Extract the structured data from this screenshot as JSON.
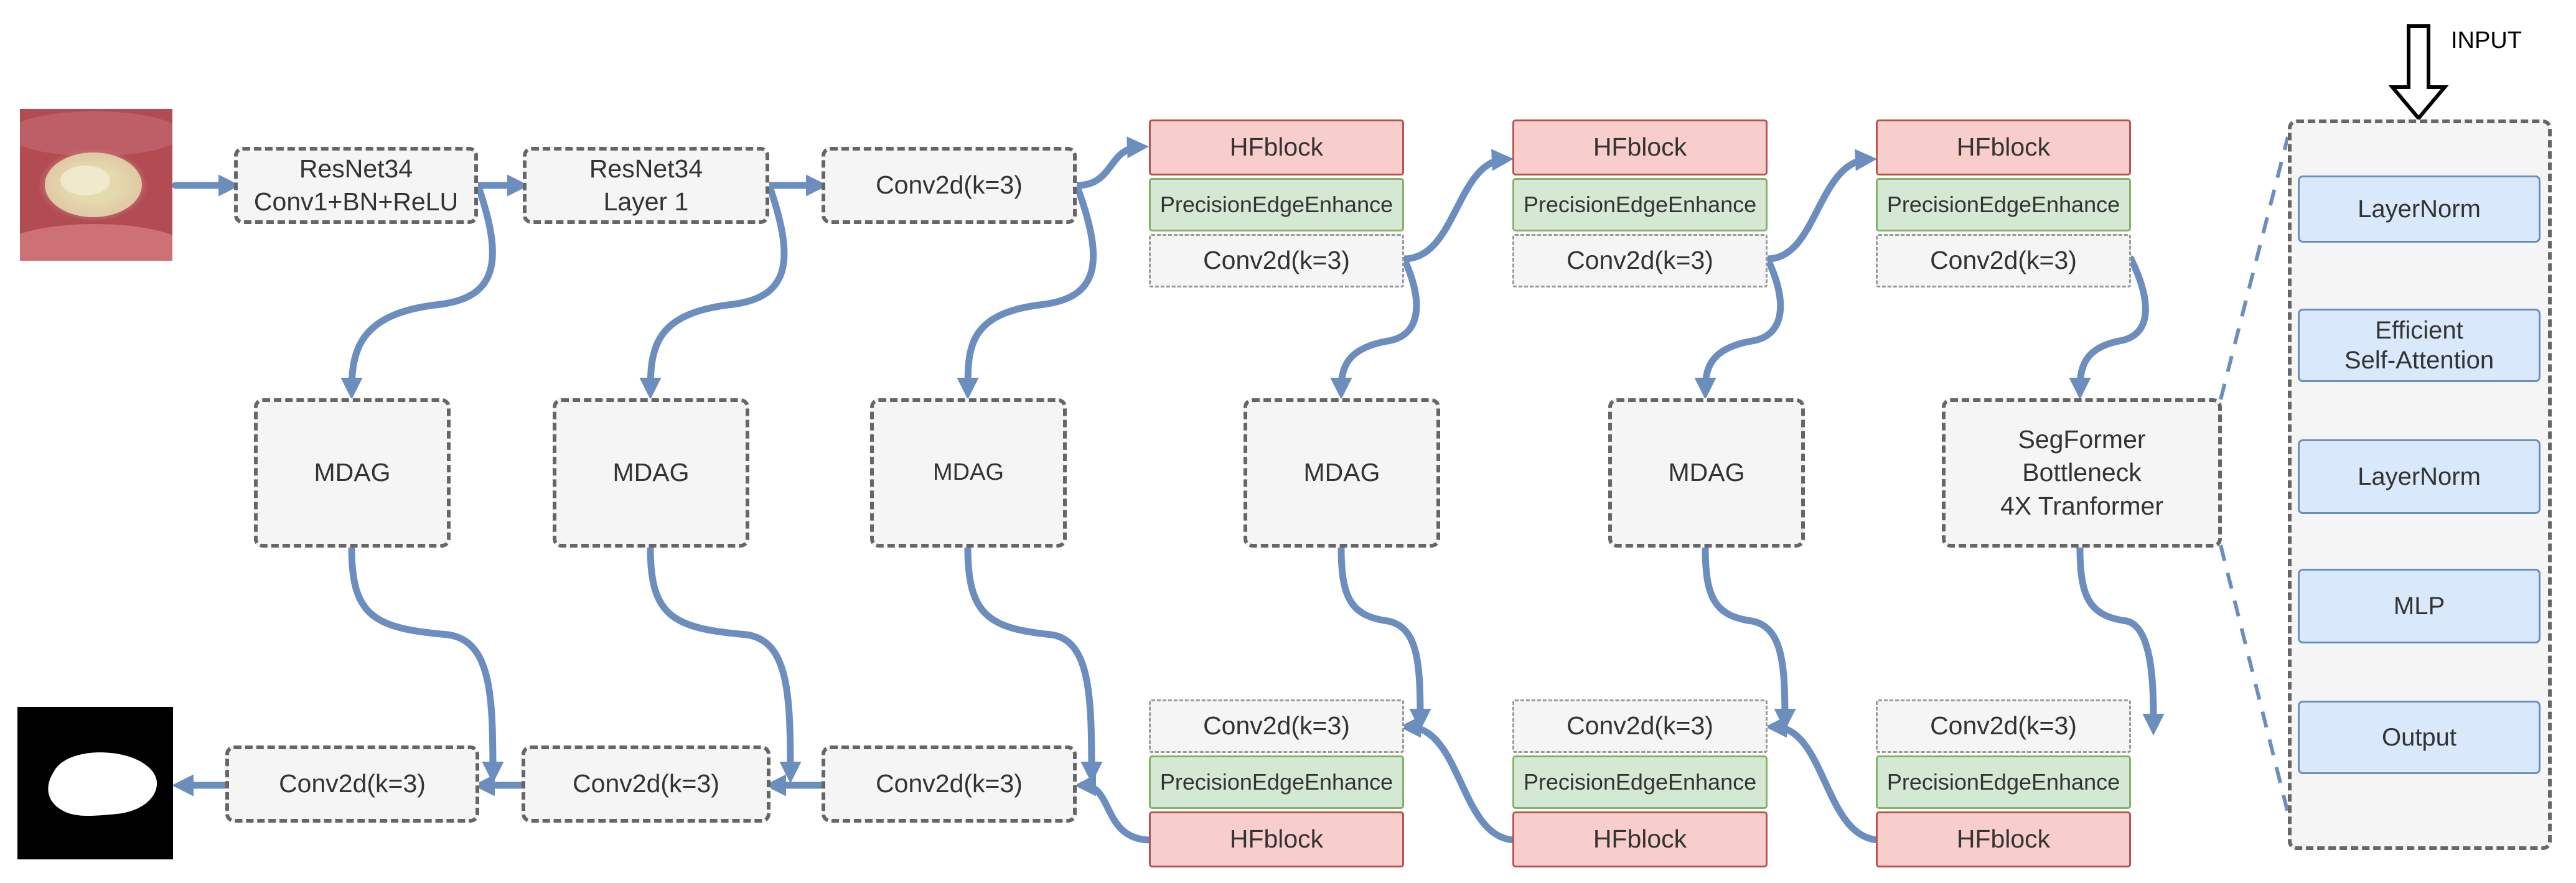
{
  "encoder": {
    "resnet_stem": [
      "ResNet34",
      "Conv1+BN+ReLU"
    ],
    "resnet_layer1": [
      "ResNet34",
      "Layer 1"
    ],
    "conv1": "Conv2d(k=3)",
    "stage1": {
      "hf": "HFblock",
      "pe": "PrecisionEdgeEnhance",
      "conv": "Conv2d(k=3)"
    },
    "stage2": {
      "hf": "HFblock",
      "pe": "PrecisionEdgeEnhance",
      "conv": "Conv2d(k=3)"
    },
    "stage3": {
      "hf": "HFblock",
      "pe": "PrecisionEdgeEnhance",
      "conv": "Conv2d(k=3)"
    }
  },
  "skip": {
    "mdag1": "MDAG",
    "mdag2": "MDAG",
    "mdag3": "MDAG",
    "mdag4": "MDAG",
    "mdag5": "MDAG",
    "bottleneck": [
      "SegFormer",
      "Bottleneck",
      "4X Tranformer"
    ]
  },
  "decoder": {
    "stage1": {
      "conv": "Conv2d(k=3)",
      "pe": "PrecisionEdgeEnhance",
      "hf": "HFblock"
    },
    "stage2": {
      "conv": "Conv2d(k=3)",
      "pe": "PrecisionEdgeEnhance",
      "hf": "HFblock"
    },
    "stage3": {
      "conv": "Conv2d(k=3)",
      "pe": "PrecisionEdgeEnhance",
      "hf": "HFblock"
    },
    "conv_a": "Conv2d(k=3)",
    "conv_b": "Conv2d(k=3)",
    "conv_c": "Conv2d(k=3)"
  },
  "transformer": {
    "input_label": "INPUT",
    "layers": [
      "LayerNorm",
      [
        "Efficient",
        "Self-Attention"
      ],
      "LayerNorm",
      "MLP",
      "Output"
    ]
  },
  "colors": {
    "arrow": "#6c8ebf",
    "hf_fill": "#f8cecc",
    "pe_fill": "#d5e8d4",
    "transformer_fill": "#dae8fc"
  }
}
